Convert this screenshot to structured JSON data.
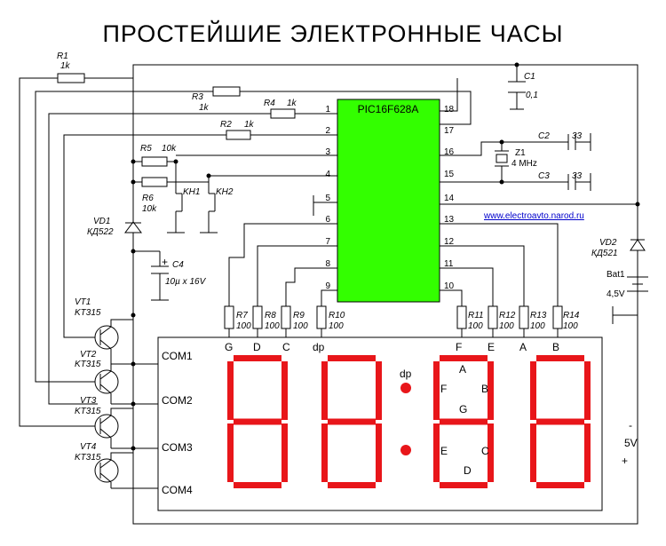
{
  "title": "ПРОСТЕЙШИЕ ЭЛЕКТРОННЫЕ ЧАСЫ",
  "website": "www.electroavto.narod.ru",
  "mcu": {
    "name": "PIC16F628A",
    "left_pins": [
      "1",
      "2",
      "3",
      "4",
      "5",
      "6",
      "7",
      "8",
      "9"
    ],
    "right_pins": [
      "18",
      "17",
      "16",
      "15",
      "14",
      "13",
      "12",
      "11",
      "10"
    ]
  },
  "resistors": {
    "r1": {
      "ref": "R1",
      "val": "1k"
    },
    "r2": {
      "ref": "R2",
      "val": "1k"
    },
    "r3": {
      "ref": "R3",
      "val": "1k"
    },
    "r4": {
      "ref": "R4",
      "val": "1k"
    },
    "r5": {
      "ref": "R5",
      "val": "10k"
    },
    "r6": {
      "ref": "R6",
      "val": "10k"
    },
    "r7": {
      "ref": "R7",
      "val": "100"
    },
    "r8": {
      "ref": "R8",
      "val": "100"
    },
    "r9": {
      "ref": "R9",
      "val": "100"
    },
    "r10": {
      "ref": "R10",
      "val": "100"
    },
    "r11": {
      "ref": "R11",
      "val": "100"
    },
    "r12": {
      "ref": "R12",
      "val": "100"
    },
    "r13": {
      "ref": "R13",
      "val": "100"
    },
    "r14": {
      "ref": "R14",
      "val": "100"
    }
  },
  "capacitors": {
    "c1": {
      "ref": "C1",
      "val": "0,1"
    },
    "c2": {
      "ref": "C2",
      "val": "33"
    },
    "c3": {
      "ref": "C3",
      "val": "33"
    },
    "c4": {
      "ref": "C4",
      "val": "10µ x 16V"
    }
  },
  "crystal": {
    "ref": "Z1",
    "val": "4 MHz"
  },
  "diodes": {
    "vd1": {
      "ref": "VD1",
      "val": "КД522"
    },
    "vd2": {
      "ref": "VD2",
      "val": "КД521"
    }
  },
  "battery": {
    "ref": "Bat1",
    "val": "4,5V"
  },
  "buttons": {
    "kh1": "KH1",
    "kh2": "KH2"
  },
  "transistors": [
    {
      "ref": "VT1",
      "val": "KT315"
    },
    {
      "ref": "VT2",
      "val": "KT315"
    },
    {
      "ref": "VT3",
      "val": "KT315"
    },
    {
      "ref": "VT4",
      "val": "KT315"
    }
  ],
  "commons": [
    "COM1",
    "COM2",
    "COM3",
    "COM4"
  ],
  "display_pins": {
    "g": "G",
    "d": "D",
    "c": "C",
    "dp": "dp",
    "f": "F",
    "e": "E",
    "a": "A",
    "b": "B"
  },
  "segment_letters": {
    "dp": "dp",
    "a": "A",
    "f": "F",
    "b": "B",
    "g": "G",
    "e": "E",
    "c": "C",
    "d": "D"
  },
  "power": {
    "minus": "-",
    "volt": "5V",
    "plus": "+"
  },
  "colors": {
    "chip": "#33ff00",
    "segment": "#e8161a",
    "wire": "#000000"
  }
}
